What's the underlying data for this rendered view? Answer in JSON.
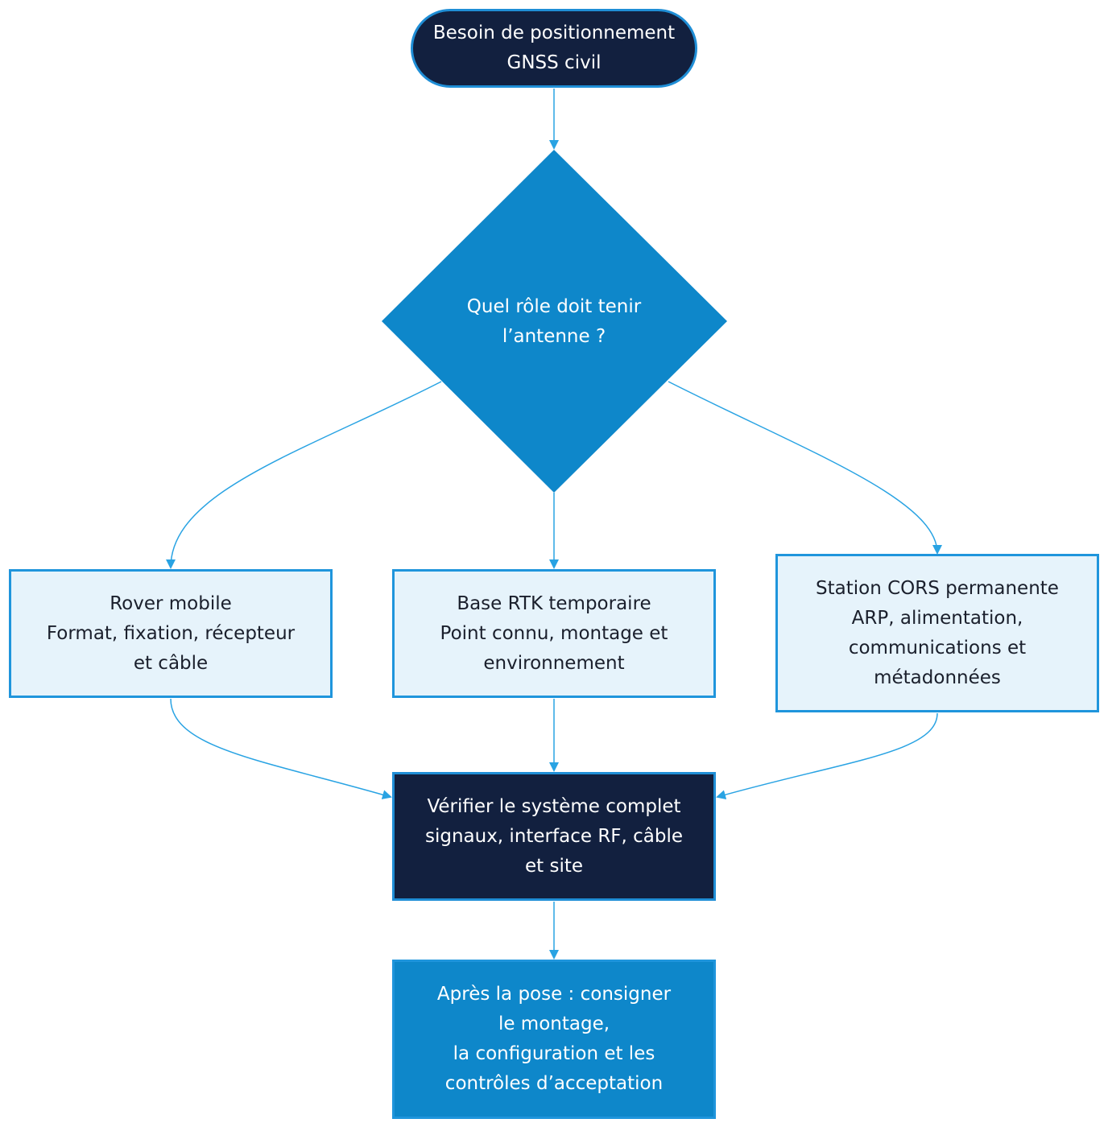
{
  "colors": {
    "edge": "#29a3e3",
    "decision_fill": "#0e87ca",
    "dark_fill": "#12203f",
    "light_fill": "#e6f3fb",
    "blue_fill": "#0e87ca",
    "border": "#1f95dc"
  },
  "diagram": {
    "type": "flowchart",
    "nodes": {
      "start": {
        "shape": "terminal",
        "lines": [
          "Besoin de positionnement",
          "GNSS civil"
        ]
      },
      "decision": {
        "shape": "diamond",
        "lines": [
          "Quel rôle doit tenir",
          "l’antenne ?"
        ]
      },
      "rover": {
        "shape": "rectangle",
        "lines": [
          "Rover mobile",
          "Format, fixation, récepteur",
          "et câble"
        ]
      },
      "base": {
        "shape": "rectangle",
        "lines": [
          "Base RTK temporaire",
          "Point connu, montage et",
          "environnement"
        ]
      },
      "cors": {
        "shape": "rectangle",
        "lines": [
          "Station CORS permanente",
          "ARP, alimentation,",
          "communications et",
          "métadonnées"
        ]
      },
      "verify": {
        "shape": "rectangle",
        "lines": [
          "Vérifier le système complet",
          "signaux, interface RF, câble",
          "et site"
        ]
      },
      "after": {
        "shape": "rectangle",
        "lines": [
          "Après la pose : consigner",
          "le montage,",
          "la configuration et les",
          "contrôles d’acceptation"
        ]
      }
    },
    "edges": [
      {
        "from": "start",
        "to": "decision"
      },
      {
        "from": "decision",
        "to": "rover"
      },
      {
        "from": "decision",
        "to": "base"
      },
      {
        "from": "decision",
        "to": "cors"
      },
      {
        "from": "rover",
        "to": "verify"
      },
      {
        "from": "base",
        "to": "verify"
      },
      {
        "from": "cors",
        "to": "verify"
      },
      {
        "from": "verify",
        "to": "after"
      }
    ]
  }
}
